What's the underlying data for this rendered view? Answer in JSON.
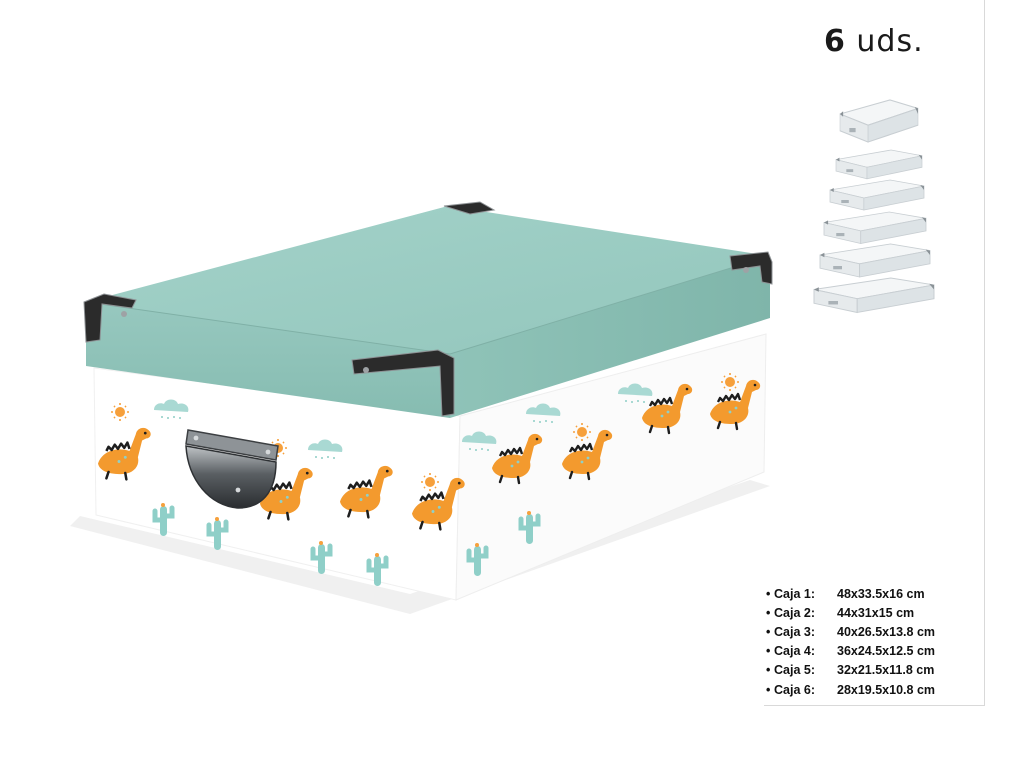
{
  "header": {
    "units_number": "6",
    "units_label": "uds."
  },
  "colors": {
    "lid": "#9cccc3",
    "dino": "#f39a2e",
    "cactus": "#8fcfc8",
    "corner": "#2b2b2b"
  },
  "specs": [
    {
      "bullet": "•",
      "name": "Caja 1:",
      "dims": "48x33.5x16 cm"
    },
    {
      "bullet": "•",
      "name": "Caja 2:",
      "dims": "44x31x15 cm"
    },
    {
      "bullet": "•",
      "name": "Caja 3:",
      "dims": "40x26.5x13.8 cm"
    },
    {
      "bullet": "•",
      "name": "Caja 4:",
      "dims": "36x24.5x12.5 cm"
    },
    {
      "bullet": "•",
      "name": "Caja 5:",
      "dims": "32x21.5x11.8 cm"
    },
    {
      "bullet": "•",
      "name": "Caja 6:",
      "dims": "28x19.5x10.8 cm"
    }
  ]
}
